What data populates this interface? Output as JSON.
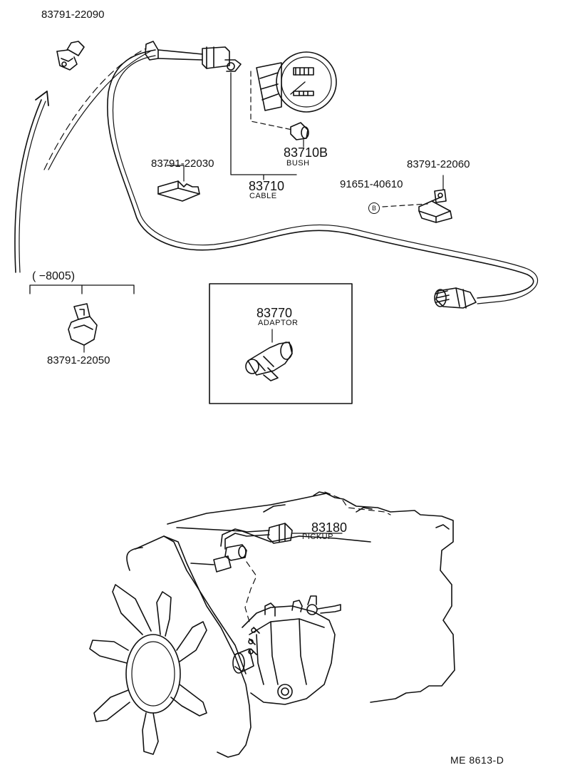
{
  "parts": {
    "clip_22090": "83791-22090",
    "clip_22030": "83791-22030",
    "clip_22060": "83791-22060",
    "clip_22050": "83791-22050",
    "bolt_40610": "91651-40610",
    "bolt_marker": "B",
    "bush_no": "83710B",
    "bush_name": "BUSH",
    "cable_no": "83710",
    "cable_name": "CABLE",
    "adaptor_no": "83770",
    "adaptor_name": "ADAPTOR",
    "pickup_no": "83180",
    "pickup_name": "PICKUP"
  },
  "range_note": "(      −8005)",
  "drawing_ref": "ME  8613-D",
  "colors": {
    "ink": "#111111",
    "paper": "#ffffff"
  }
}
